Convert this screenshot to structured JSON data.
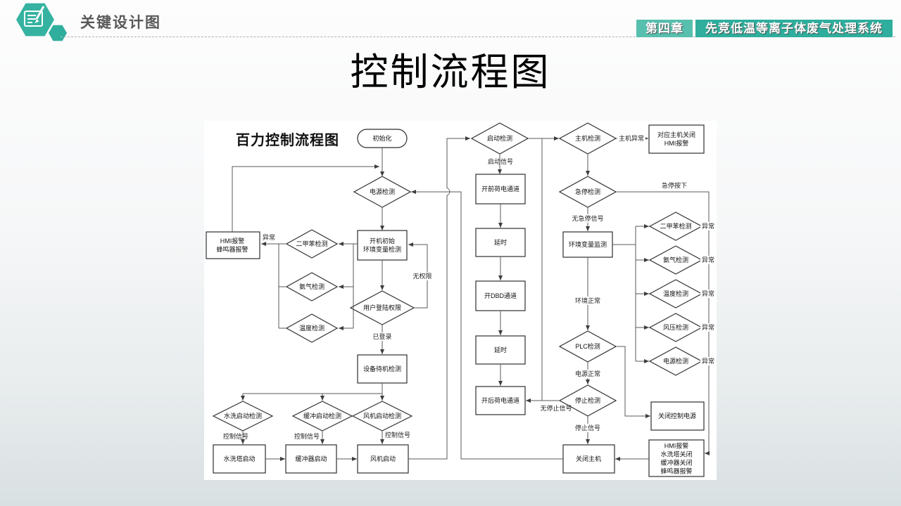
{
  "header": {
    "section_title": "关键设计图",
    "chapter_badge": "第四章",
    "chapter_title": "先竞低温等离子体废气处理系统"
  },
  "slide": {
    "title": "控制流程图"
  },
  "flowchart": {
    "title": "百力控制流程图",
    "nodes": {
      "init": "初始化",
      "start_detect": "启动检测",
      "host_detect": "主机检测",
      "host_close": "对应主机关闭\nHMI报警",
      "power_detect": "电源检测",
      "estop_detect": "急停检测",
      "hmi_alarm": "HMI报警\n蜂鸣器报警",
      "startup_env": "开机初始\n环境变量检测",
      "env_monitor": "环境变量监测",
      "login": "用户登陆权限",
      "front_channel": "开前荷电通道",
      "delay": "延时",
      "dbd_channel": "开DBD通道",
      "rear_channel": "开后荷电通道",
      "plc_detect": "PLC检测",
      "stop_detect": "停止检测",
      "close_ctrl_power": "关闭控制电源",
      "standby_detect": "设备待机检测",
      "wash_start_detect": "水洗启动检测",
      "buffer_start_detect": "缓冲启动检测",
      "fan_start_detect": "风机启动检测",
      "wash_tower_start": "水洗塔启动",
      "buffer_start": "缓冲器启动",
      "fan_start": "风机启动",
      "close_host": "关闭主机",
      "shutdown_alarm": "HMI报警\n水洗塔关闭\n缓冲器关闭\n蜂鸣器报警"
    },
    "left_checks": [
      "二甲苯检测",
      "氨气检测",
      "温度检测"
    ],
    "right_checks": [
      "二甲苯检测",
      "氨气检测",
      "温度检测",
      "风压检测",
      "电源检测"
    ],
    "edge_labels": {
      "start_signal": "启动信号",
      "host_abnormal": "主机异常",
      "estop_pressed": "急停按下",
      "no_estop_signal": "无急停信号",
      "env_normal": "环境正常",
      "power_normal": "电源正常",
      "no_stop_signal": "无停止信号",
      "stop_signal": "停止信号",
      "abnormal": "异常",
      "no_permission": "无权限",
      "logged_in": "已登录",
      "control_signal": "控制信号"
    }
  },
  "colors": {
    "teal": "#2fae9d",
    "teal_light": "#57bfae",
    "header_text": "#595959"
  }
}
